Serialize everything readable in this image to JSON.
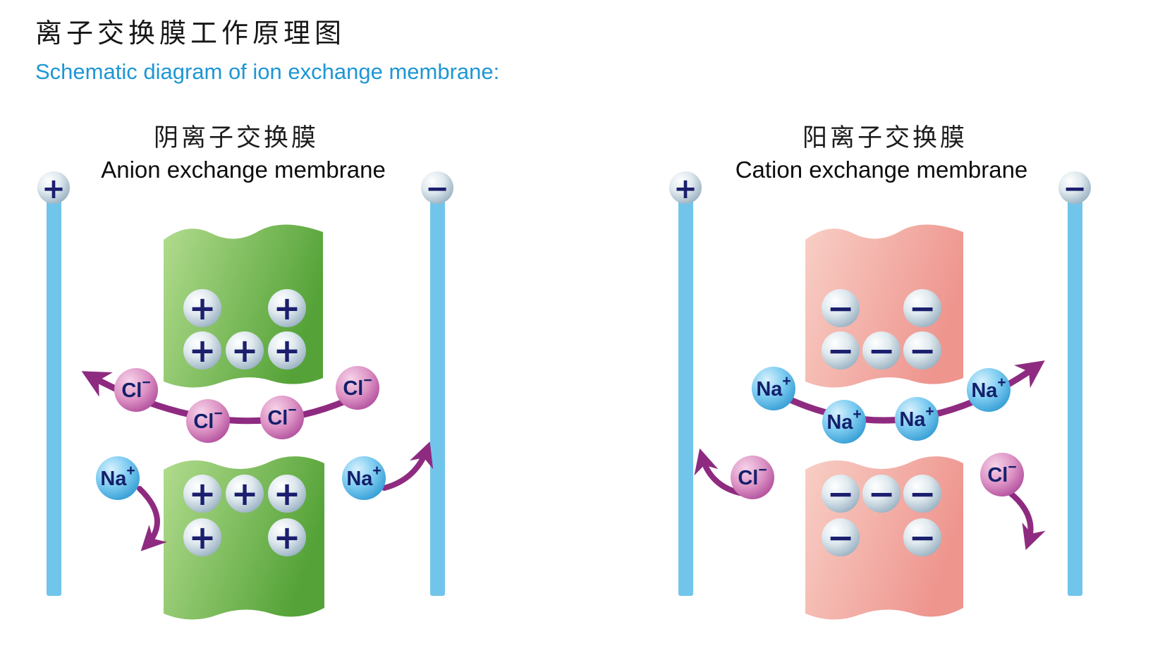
{
  "header": {
    "title_zh": "离子交换膜工作原理图",
    "subtitle": "Schematic diagram of ion exchange membrane:"
  },
  "panels": {
    "anion": {
      "title_zh": "阴离子交换膜",
      "title_en": "Anion exchange membrane",
      "left_electrode": "+",
      "right_electrode": "−",
      "fixed_charge": "+"
    },
    "cation": {
      "title_zh": "阳离子交换膜",
      "title_en": "Cation exchange membrane",
      "left_electrode": "+",
      "right_electrode": "−",
      "fixed_charge": "−"
    }
  },
  "ions": {
    "chloride": {
      "base": "Cl",
      "sup": "−"
    },
    "sodium": {
      "base": "Na",
      "sup": "+"
    }
  },
  "colors": {
    "subtitle_blue": "#1e96d4",
    "electrode_blue": "#72c5ea",
    "arrow_magenta": "#8e2b80",
    "anion_membrane_light": "#b2dc8e",
    "anion_membrane_dark": "#55a338",
    "cation_membrane_light": "#f8cfc6",
    "cation_membrane_dark": "#ee958e",
    "charge_navy": "#1b1f6e"
  }
}
